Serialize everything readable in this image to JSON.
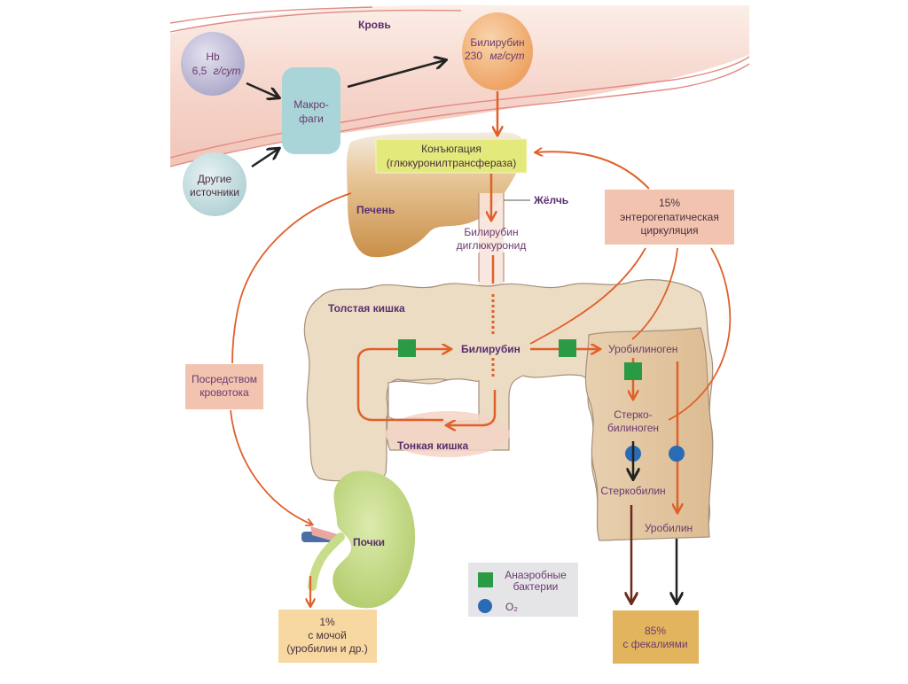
{
  "diagram": {
    "title": "Bilirubin metabolism",
    "colors": {
      "blood_vessel": "#f7d9d0",
      "vessel_wall": "#e28a84",
      "hb_circle": "#c6c3dc",
      "other_sources_circle": "#c9e0e2",
      "macrophage": "#a9d4d8",
      "bilirubin_circle": "#f2b77f",
      "conjugation_box": "#e3e97a",
      "liver": "#d9a765",
      "intestine": "#ecd8bc",
      "small_intestine": "#f5d3c5",
      "enterohepatic_box": "#f2c4b0",
      "bloodstream_box": "#f2c4b0",
      "kidney": "#c8dc8a",
      "urine_box": "#f6d8a0",
      "feces_box": "#e3b45e",
      "legend_box": "#e5e5e8",
      "arrow_orange": "#e0602a",
      "arrow_black": "#222222",
      "arrow_brown": "#6a2a1e",
      "bacteria": "#2a9a44",
      "oxygen": "#2a6bb5"
    },
    "labels": {
      "blood": "Кровь",
      "hb_line1": "Hb",
      "hb_line2": "6,5",
      "hb_unit": "г/сут",
      "other_sources_line1": "Другие",
      "other_sources_line2": "источники",
      "macrophages_line1": "Макро-",
      "macrophages_line2": "фаги",
      "bilirubin_blood_line1": "Билирубин",
      "bilirubin_blood_line2": "230",
      "bilirubin_blood_unit": "мг/сут",
      "conjugation_line1": "Конъюгация",
      "conjugation_line2": "(глюкуронилтрансфераза)",
      "liver": "Печень",
      "bile": "Жёлчь",
      "bilirubin_diglucuronide_line1": "Билирубин",
      "bilirubin_diglucuronide_line2": "диглюкуронид",
      "enterohepatic_line1": "15%",
      "enterohepatic_line2": "энтерогепатическая",
      "enterohepatic_line3": "циркуляция",
      "large_intestine": "Толстая кишка",
      "bilirubin_intestine": "Билирубин",
      "urobilinogen": "Уробилиноген",
      "stercobilinogen_line1": "Стерко-",
      "stercobilinogen_line2": "билиноген",
      "stercobilin": "Стеркобилин",
      "urobilin": "Уробилин",
      "small_intestine": "Тонкая кишка",
      "via_bloodstream_line1": "Посредством",
      "via_bloodstream_line2": "кровотока",
      "kidneys": "Почки",
      "urine_line1": "1%",
      "urine_line2": "с мочой",
      "urine_line3": "(уробилин и др.)",
      "feces_line1": "85%",
      "feces_line2": "с фекалиями"
    },
    "legend": {
      "items": [
        {
          "icon": "green-square-icon",
          "label_line1": "Анаэробные",
          "label_line2": "бактерии"
        },
        {
          "icon": "blue-circle-icon",
          "label_line1": "O₂",
          "label_line2": ""
        }
      ]
    }
  }
}
